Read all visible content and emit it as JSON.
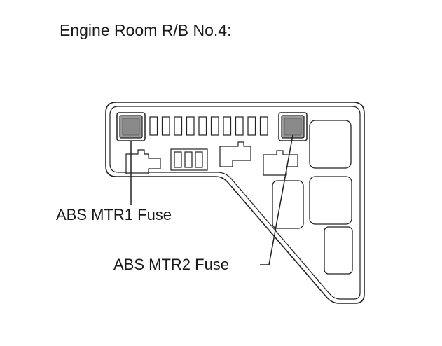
{
  "title": "Engine Room R/B No.4:",
  "callouts": [
    {
      "id": "abs-mtr1",
      "label": "ABS MTR1 Fuse"
    },
    {
      "id": "abs-mtr2",
      "label": "ABS MTR2 Fuse"
    }
  ],
  "colors": {
    "outline": "#222222",
    "highlighted_fuse_fill": "#9a9a9a",
    "highlighted_fuse_inner": "#8a8a8a",
    "background": "#ffffff"
  }
}
